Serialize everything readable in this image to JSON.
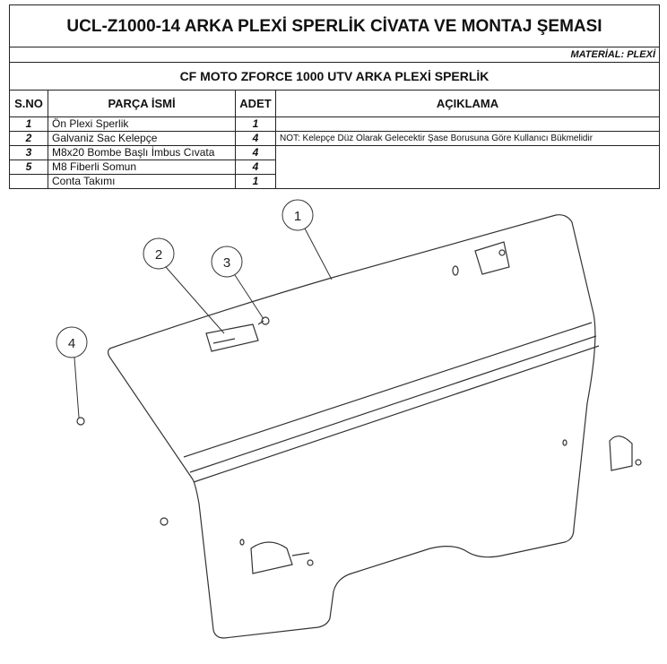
{
  "title": "UCL-Z1000-14 ARKA PLEXİ SPERLİK CİVATA VE MONTAJ ŞEMASI",
  "material": "MATERİAL: PLEXİ",
  "subtitle": "CF MOTO ZFORCE 1000 UTV ARKA PLEXİ SPERLİK",
  "headers": {
    "sno": "S.NO",
    "name": "PARÇA İSMİ",
    "qty": "ADET",
    "desc": "AÇIKLAMA"
  },
  "rows": [
    {
      "sno": "1",
      "name": "Ön Plexi Sperlik",
      "qty": "1"
    },
    {
      "sno": "2",
      "name": "Galvaniz Sac Kelepçe",
      "qty": "4"
    },
    {
      "sno": "3",
      "name": "M8x20 Bombe Başlı İmbus Cıvata",
      "qty": "4"
    },
    {
      "sno": "5",
      "name": "M8 Fiberli Somun",
      "qty": "4"
    },
    {
      "sno": "",
      "name": "Conta Takımı",
      "qty": "1"
    }
  ],
  "note": "NOT: Kelepçe Düz Olarak Gelecektir Şase Borusuna Göre Kullanıcı Bükmelidir",
  "callouts": [
    "1",
    "2",
    "3",
    "4"
  ]
}
